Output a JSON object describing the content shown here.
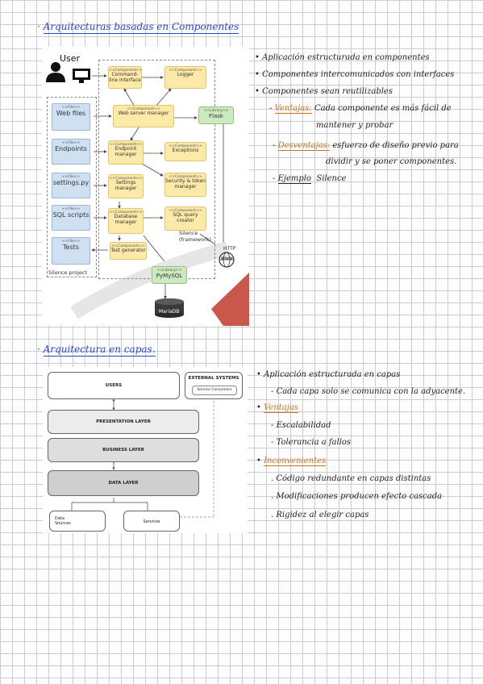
{
  "section1": {
    "title": "Arquitecturas basadas en Componentes",
    "diagram": {
      "user_label": "User",
      "stereo_component": "<<Component>>",
      "stereo_file": "<<File>>",
      "stereo_library": "<<Library>>",
      "components": {
        "cli": "Command-line interface",
        "logger": "Logger",
        "web_server": "Web server manager",
        "endpoint": "Endpoint manager",
        "exceptions": "Exceptions",
        "settings": "Settings manager",
        "security": "Security & token manager",
        "database": "Database manager",
        "sql_query": "SQL query creator",
        "test_gen": "Test generator"
      },
      "files": [
        "Web files",
        "Endpoints",
        "settings.py",
        "SQL scripts",
        "Tests"
      ],
      "libraries": {
        "flask": "Flask",
        "pymysql": "PyMySQL"
      },
      "db_label": "MariaDB",
      "http_label": "HTTP",
      "www_label": "WWW",
      "framework_label": "Silence (framework)",
      "project_label": "Silence project"
    },
    "notes": {
      "n1": "Aplicación estructurada en componentes",
      "n2": "Componentes intercomunicados con interfaces",
      "n3": "Componentes sean reutilizables",
      "ventajas_label": "Ventajas:",
      "ventajas_text1": "Cada componente es más fácil de",
      "ventajas_text2": "mantener y probar",
      "desventajas_label": "Desventajas:",
      "desventajas_text1": "esfuerzo de diseño previo para",
      "desventajas_text2": "dividir y se poner componentes.",
      "ejemplo_label": "Ejemplo",
      "ejemplo_text": "Silence"
    }
  },
  "section2": {
    "title": "Arquitectura en capas.",
    "diagram": {
      "users": "USERS",
      "external": "EXTERNAL SYSTEMS",
      "service_consumers": "Service Consumers",
      "presentation": "PRESENTATION LAYER",
      "business": "BUSINESS LAYER",
      "data": "DATA LAYER",
      "data_sources": "Data Sources",
      "services": "Services"
    },
    "notes": {
      "n1": "Aplicación estructurada en capas",
      "n2": "Cada capa solo se comunica con la adyacente.",
      "ventajas_label": "Ventajas",
      "v1": "Escalabilidad",
      "v2": "Tolerancia a fallos",
      "inconvenientes_label": "Inconvenientes",
      "i1": "Código redundante en capas distintas",
      "i2": "Modificaciones producen efecto cascada",
      "i3": "Rigidez al elegir capas"
    }
  },
  "colors": {
    "title_blue": "#2a45c8",
    "highlight_orange": "#c9741f",
    "component_fill": "#fde9a8",
    "file_fill": "#cfe0f3",
    "library_fill": "#cde9c0"
  }
}
